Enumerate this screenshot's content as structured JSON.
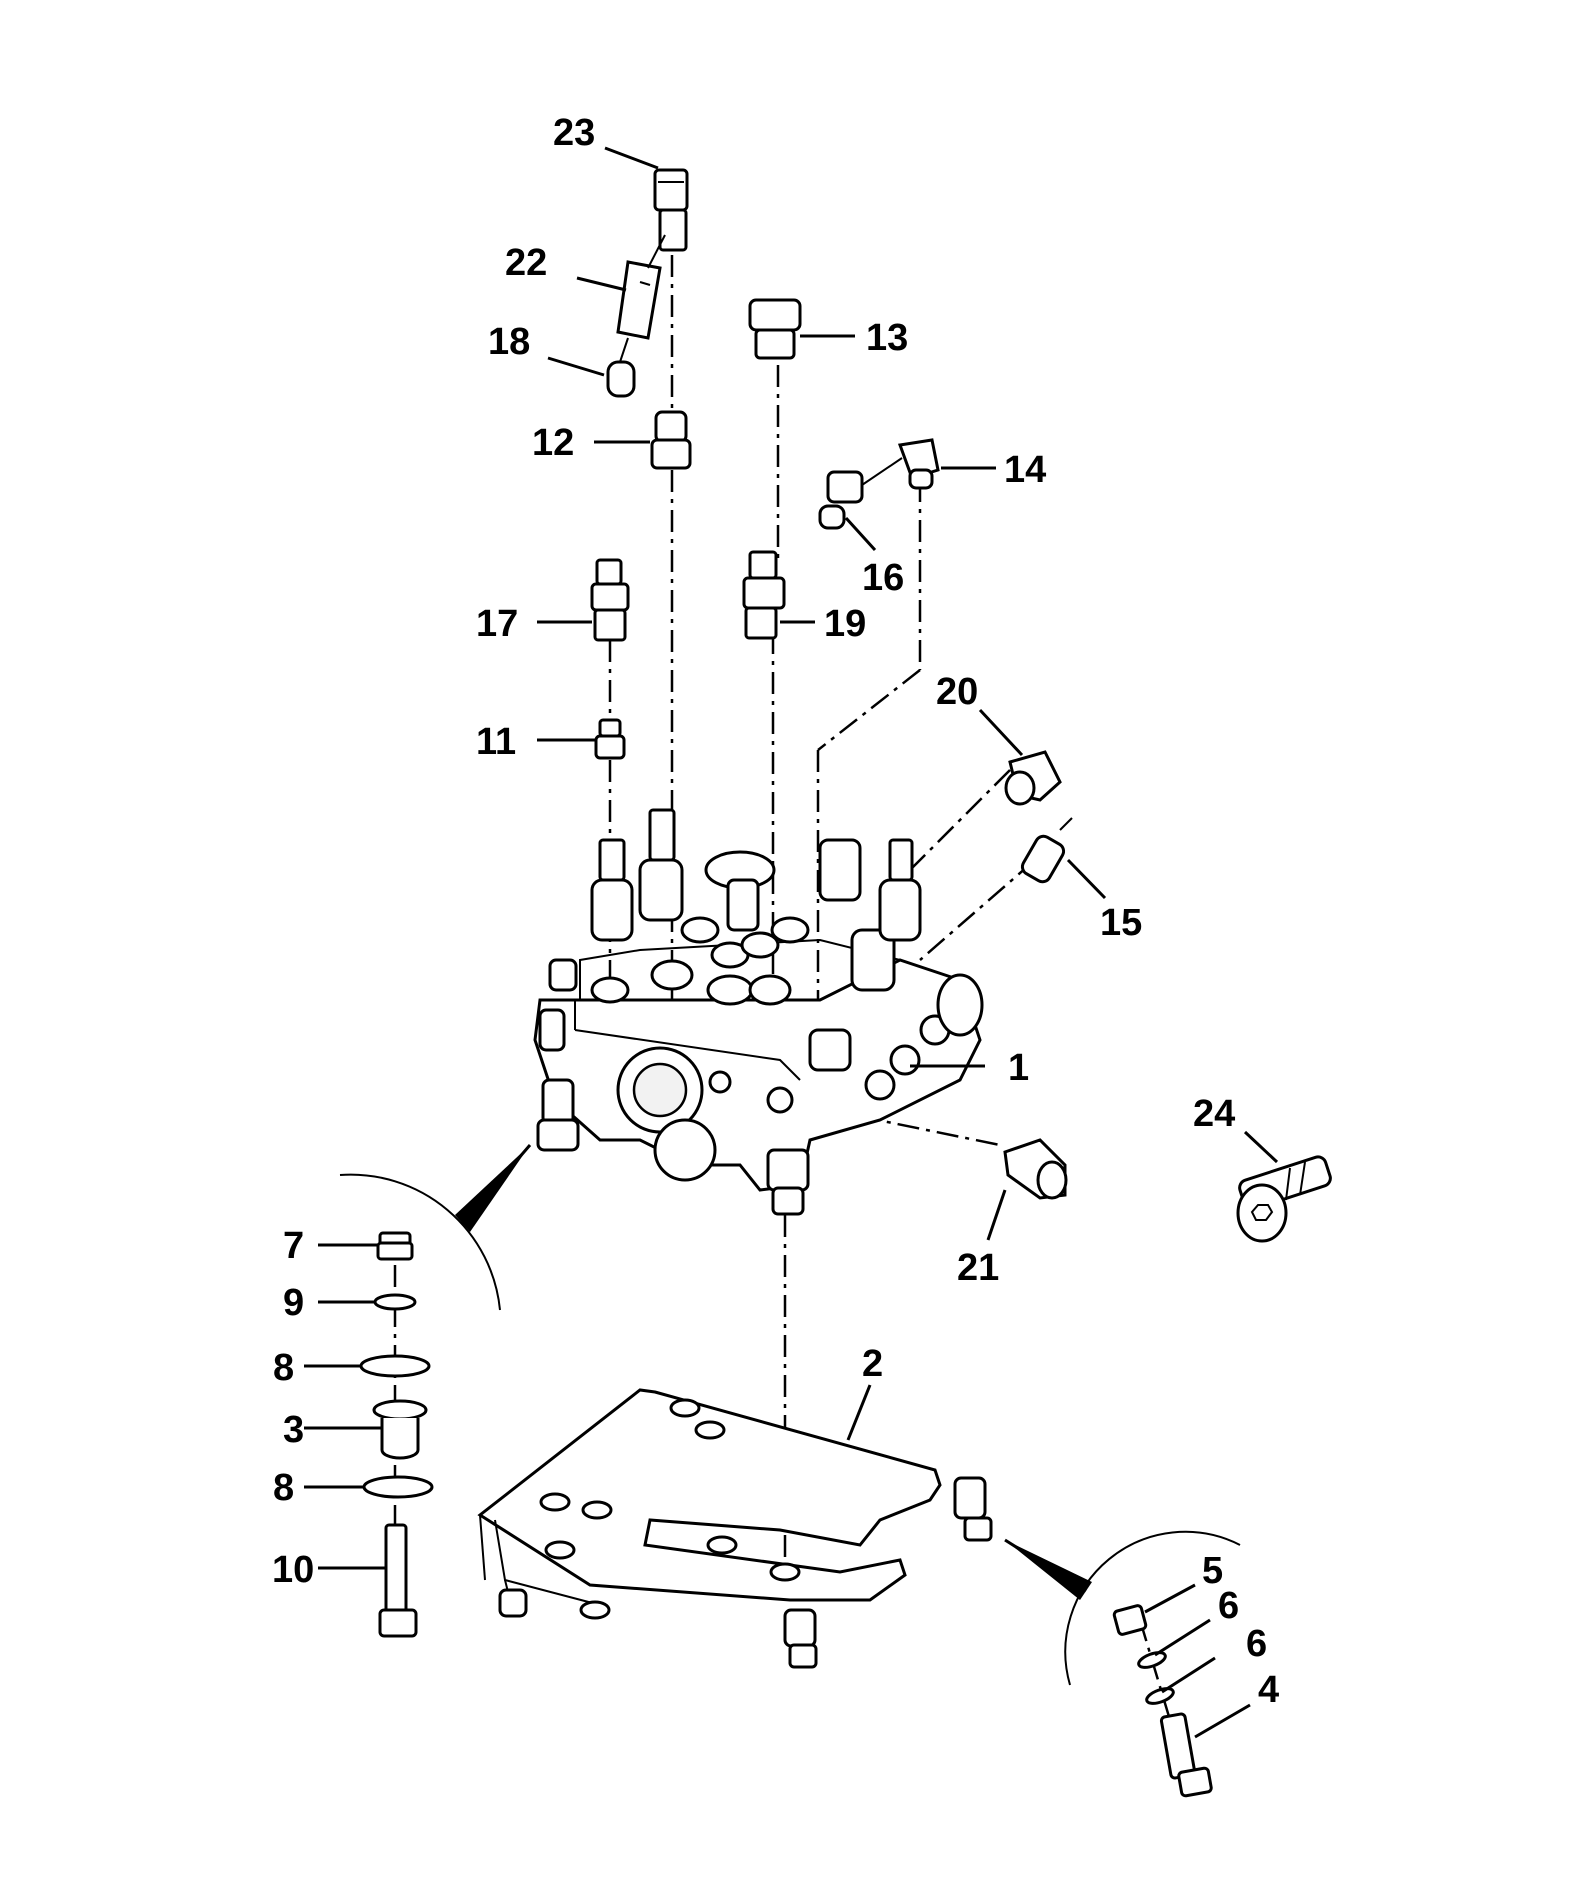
{
  "callouts": [
    {
      "id": "c23",
      "text": "23"
    },
    {
      "id": "c22",
      "text": "22"
    },
    {
      "id": "c18",
      "text": "18"
    },
    {
      "id": "c13",
      "text": "13"
    },
    {
      "id": "c12",
      "text": "12"
    },
    {
      "id": "c14",
      "text": "14"
    },
    {
      "id": "c16",
      "text": "16"
    },
    {
      "id": "c17",
      "text": "17"
    },
    {
      "id": "c19",
      "text": "19"
    },
    {
      "id": "c20",
      "text": "20"
    },
    {
      "id": "c11",
      "text": "11"
    },
    {
      "id": "c15",
      "text": "15"
    },
    {
      "id": "c1",
      "text": "1"
    },
    {
      "id": "c24",
      "text": "24"
    },
    {
      "id": "c21",
      "text": "21"
    },
    {
      "id": "c7",
      "text": "7"
    },
    {
      "id": "c9",
      "text": "9"
    },
    {
      "id": "c8a",
      "text": "8"
    },
    {
      "id": "c3",
      "text": "3"
    },
    {
      "id": "c8b",
      "text": "8"
    },
    {
      "id": "c10",
      "text": "10"
    },
    {
      "id": "c2",
      "text": "2"
    },
    {
      "id": "c5",
      "text": "5"
    },
    {
      "id": "c6a",
      "text": "6"
    },
    {
      "id": "c6b",
      "text": "6"
    },
    {
      "id": "c4",
      "text": "4"
    }
  ]
}
